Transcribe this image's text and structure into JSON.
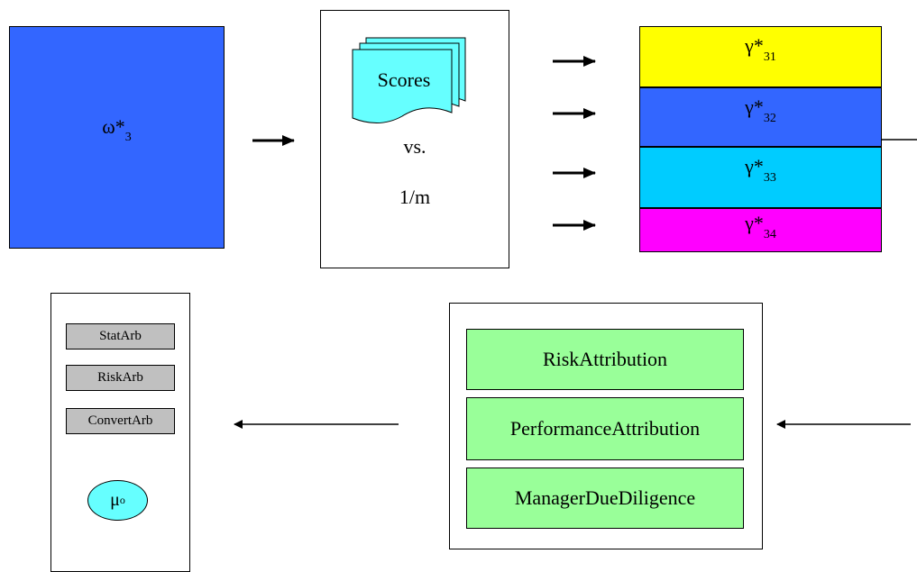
{
  "omega": {
    "symbol": "ω*",
    "subscript": "3"
  },
  "scores": {
    "label": "Scores",
    "vs": "vs.",
    "inverse_m": "1/m"
  },
  "gamma": [
    {
      "symbol": "γ*",
      "subscript": "31",
      "color": "#ffff00"
    },
    {
      "symbol": "γ*",
      "subscript": "32",
      "color": "#3366ff"
    },
    {
      "symbol": "γ*",
      "subscript": "33",
      "color": "#00ccff"
    },
    {
      "symbol": "γ*",
      "subscript": "34",
      "color": "#ff00ff"
    }
  ],
  "attribution": {
    "risk": "RiskAttribution",
    "performance": "PerformanceAttribution",
    "due_diligence": "ManagerDueDiligence",
    "color": "#99ff99"
  },
  "strategies": {
    "items": [
      "StatArb",
      "RiskArb",
      "ConvertArb"
    ],
    "color": "#c0c0c0"
  },
  "mu": {
    "symbol": "μ",
    "subscript": "o",
    "color": "#66ffff"
  }
}
